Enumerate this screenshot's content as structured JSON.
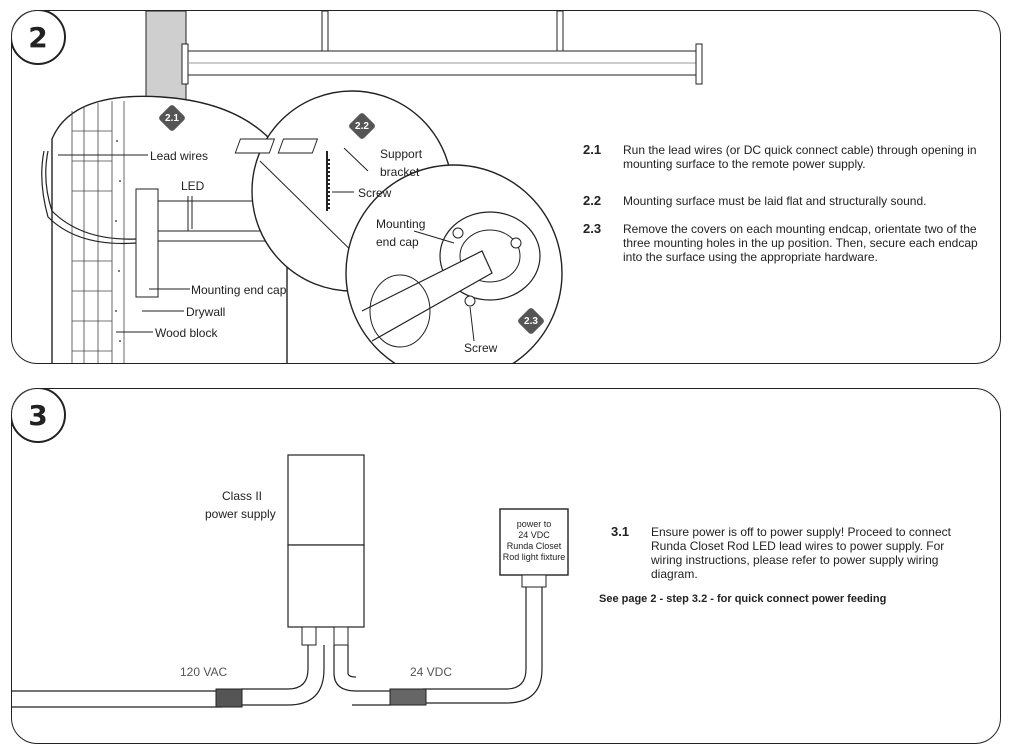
{
  "panel2": {
    "step_number": "2",
    "badges": {
      "b21": "2.1",
      "b22": "2.2",
      "b23": "2.3"
    },
    "labels": {
      "lead_wires": "Lead wires",
      "led": "LED",
      "mounting_end_cap": "Mounting end cap",
      "drywall": "Drywall",
      "wood_block": "Wood block",
      "support_bracket_1": "Support",
      "support_bracket_2": "bracket",
      "screw_top": "Screw",
      "mounting_1": "Mounting",
      "mounting_2": "end cap",
      "screw_bottom": "Screw"
    },
    "steps": [
      {
        "num": "2.1",
        "text": "Run the lead wires (or DC quick connect cable) through opening in mounting surface to the remote power supply."
      },
      {
        "num": "2.2",
        "text": "Mounting surface must be laid flat and structurally sound."
      },
      {
        "num": "2.3",
        "text": "Remove the covers on each mounting endcap, orientate two of the three mounting holes in the up position. Then, secure each endcap into the surface using the appropriate hardware."
      }
    ]
  },
  "panel3": {
    "step_number": "3",
    "labels": {
      "psu_1": "Class II",
      "psu_2": "power supply",
      "vac": "120 VAC",
      "vdc": "24 VDC",
      "box_1": "power to",
      "box_2": "24 VDC",
      "box_3": "Runda Closet",
      "box_4": "Rod light fixture"
    },
    "steps": [
      {
        "num": "3.1",
        "text": "Ensure power is off to power supply! Proceed to connect Runda Closet Rod LED lead wires to power supply. For wiring instructions, please refer to power supply wiring diagram."
      }
    ],
    "note": "See page 2 - step 3.2 - for quick connect power feeding"
  }
}
